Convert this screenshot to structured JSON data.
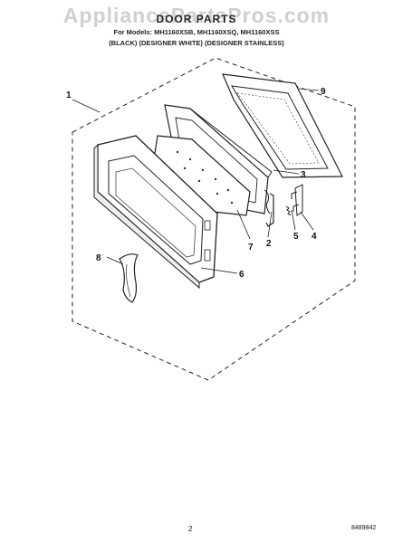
{
  "header": {
    "watermark": "AppliancePartsPros.com",
    "title": "DOOR PARTS",
    "subtitle": "For Models: MH1160XSB, MH1160XSQ, MH1160XSS",
    "models": "(BLACK)   (DESIGNER WHITE)   (DESIGNER STAINLESS)"
  },
  "callouts": [
    {
      "id": "1",
      "label": "1"
    },
    {
      "id": "2",
      "label": "2"
    },
    {
      "id": "3",
      "label": "3"
    },
    {
      "id": "4",
      "label": "4"
    },
    {
      "id": "5",
      "label": "5"
    },
    {
      "id": "6",
      "label": "6"
    },
    {
      "id": "7",
      "label": "7"
    },
    {
      "id": "8",
      "label": "8"
    },
    {
      "id": "9",
      "label": "9"
    }
  ],
  "footer": {
    "page": "2",
    "code": "8489842"
  }
}
